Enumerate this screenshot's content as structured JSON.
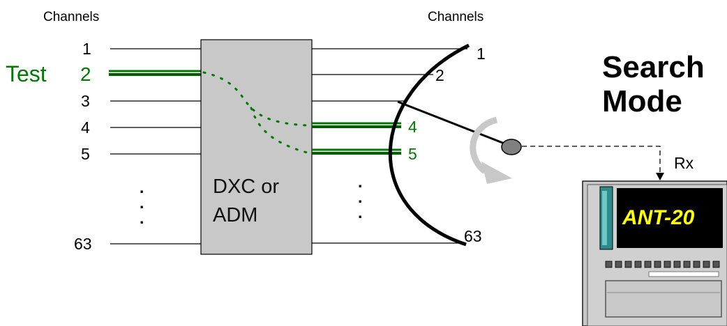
{
  "left_header": "Channels",
  "right_header": "Channels",
  "test_label": "Test",
  "left_channels": [
    "1",
    "2",
    "3",
    "4",
    "5",
    "63"
  ],
  "right_channels": [
    "1",
    "2",
    "4",
    "5",
    "63"
  ],
  "box_label_1": "DXC or",
  "box_label_2": "ADM",
  "mode_line_1": "Search",
  "mode_line_2": "Mode",
  "rx_label": "Rx",
  "instrument_label": "ANT-20",
  "colors": {
    "highlight": "#007a00",
    "box": "#c8c8c8",
    "screen": "#000000",
    "instrument_text": "#ffff00"
  }
}
